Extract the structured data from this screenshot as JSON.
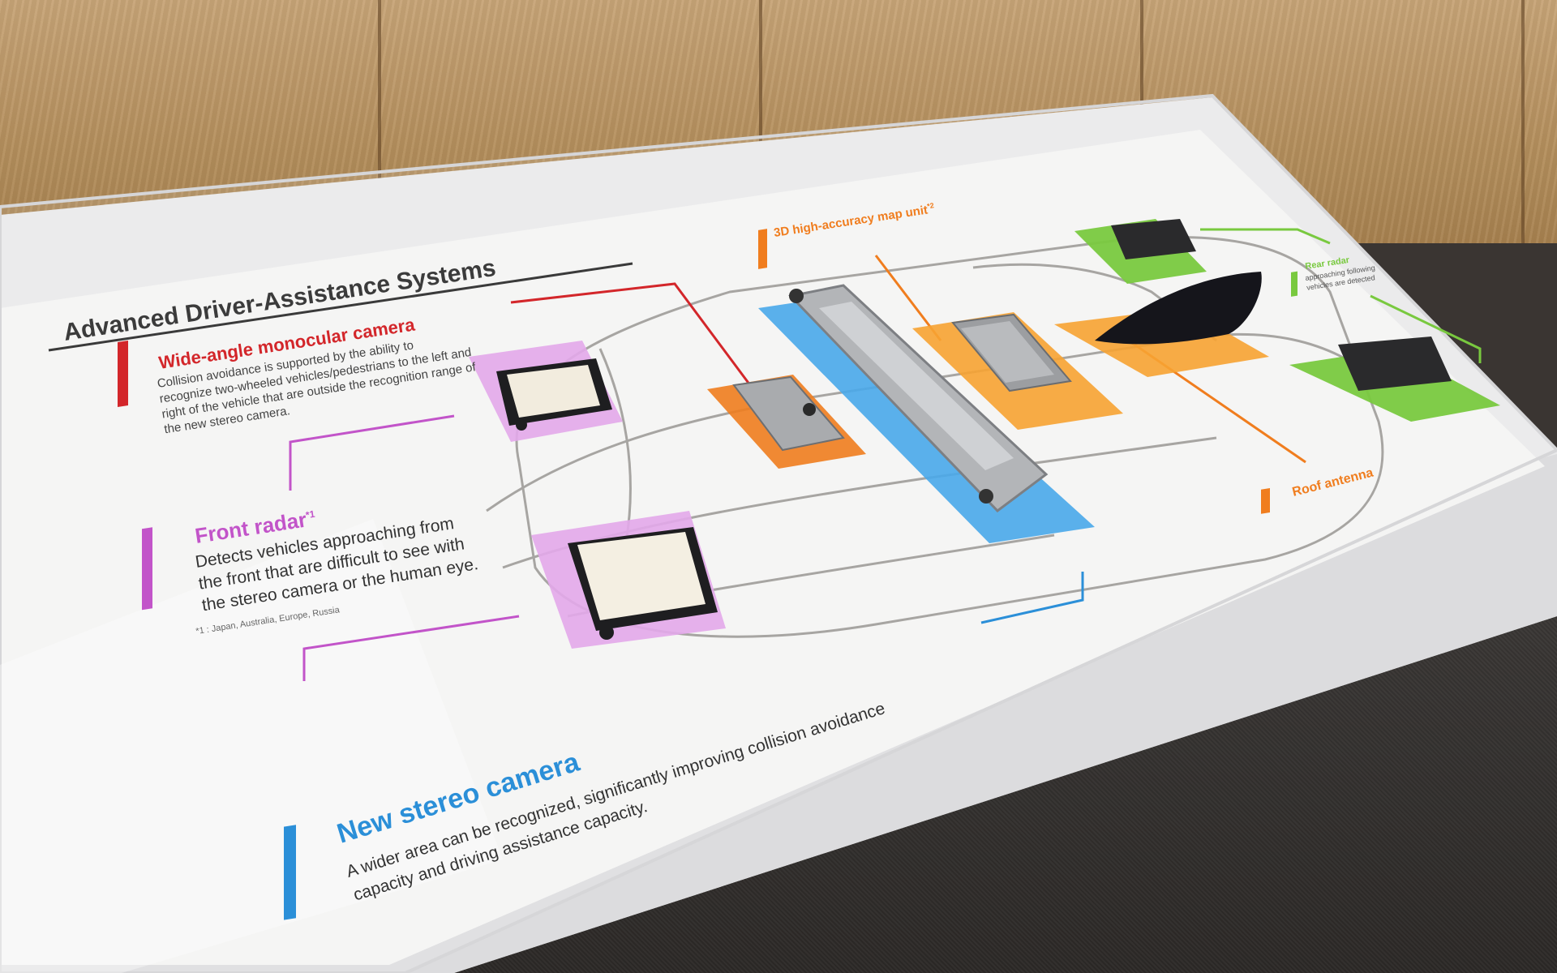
{
  "exhibit": {
    "title": "Advanced Driver-Assistance Systems",
    "wide_angle": {
      "heading": "Wide-angle monocular camera",
      "lines": [
        "Collision avoidance is supported by the ability to",
        "recognize two-wheeled vehicles/pedestrians to the left and",
        "right of the vehicle that are outside the recognition range of",
        "the new stereo camera."
      ]
    },
    "front_radar": {
      "heading": "Front radar",
      "superscript": "*1",
      "lines": [
        "Detects vehicles approaching from",
        "the front that are difficult to see with",
        "the stereo camera or the human eye."
      ],
      "footnote": "*1 : Japan, Australia, Europe, Russia"
    },
    "map_unit": {
      "heading": "3D high-accuracy map unit",
      "superscript": "*2"
    },
    "rear_radar": {
      "heading": "Rear radar",
      "lines": [
        "approaching following",
        "vehicles are detected"
      ]
    },
    "roof_antenna": {
      "heading": "Roof antenna"
    },
    "stereo_camera": {
      "heading": "New stereo camera",
      "lines": [
        "A wider area can be recognized, significantly improving collision avoidance",
        "capacity and driving assistance capacity."
      ]
    }
  },
  "colors": {
    "red": "#d3262a",
    "magenta": "#c254c9",
    "orange": "#f07d1e",
    "blue": "#2b8fd8",
    "green": "#79c93f"
  }
}
